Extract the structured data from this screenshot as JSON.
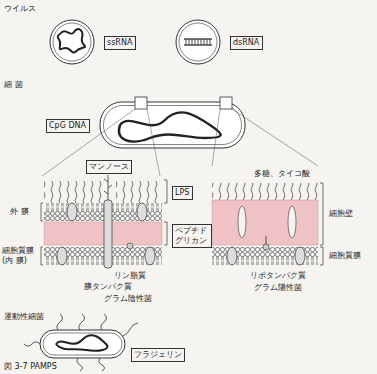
{
  "diagram": {
    "caption": "図 3-7 PAMPS",
    "nodes": [
      {
        "text": [
          "ssRNA"
        ]
      },
      {
        "text": [
          "dsRNA"
        ]
      },
      {
        "text": [
          "CpG DNA"
        ]
      },
      {
        "text": [
          "マンノース"
        ]
      },
      {
        "text": [
          "LPS"
        ]
      },
      {
        "text": [
          "ペプチド グリカン"
        ]
      },
      {
        "text": [
          "フラジェリン"
        ]
      }
    ],
    "labels": [
      "ウイルス",
      "細 菌",
      "外 膜",
      "細胞質膜 (内 膜)",
      "リン脂質",
      "膜タンパク質",
      "グラム陰性菌",
      "多糖、タイコ酸",
      "細胞壁",
      "細胞質膜",
      "リポタンパク質",
      "グラム陽性菌",
      "運動性細菌"
    ]
  }
}
